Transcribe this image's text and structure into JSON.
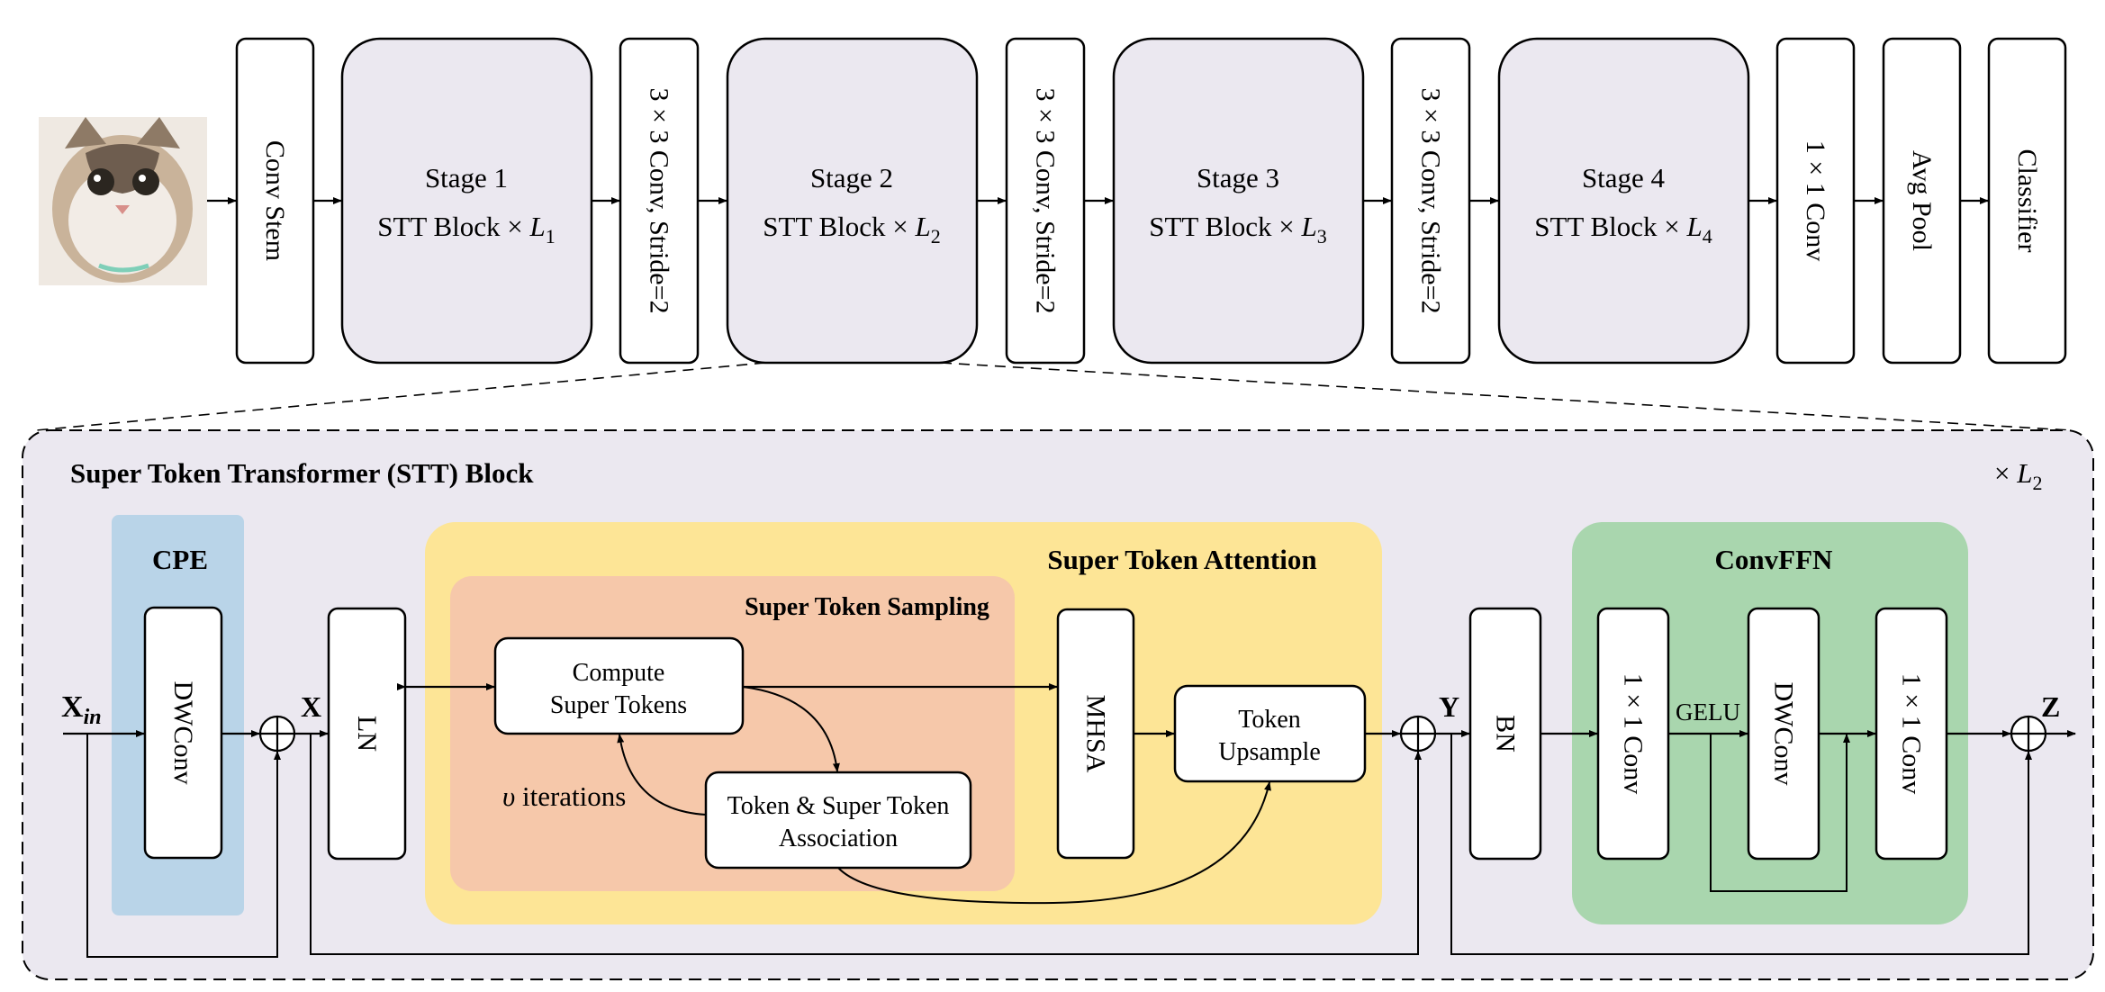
{
  "colors": {
    "stage_fill": "#ebe8f0",
    "panel_fill": "#ebe8f0",
    "cpe_fill": "#b9d4e8",
    "attention_fill": "#fde596",
    "sampling_fill": "#f6c8aa",
    "ffn_fill": "#a9d6ae",
    "cat_fur": "#b9a28a"
  },
  "top": {
    "conv_stem": "Conv Stem",
    "stages": [
      {
        "line1": "Stage 1",
        "line2": "STT Block × ",
        "sym": "L",
        "sub": "1"
      },
      {
        "line1": "Stage 2",
        "line2": "STT Block × ",
        "sym": "L",
        "sub": "2"
      },
      {
        "line1": "Stage 3",
        "line2": "STT Block × ",
        "sym": "L",
        "sub": "3"
      },
      {
        "line1": "Stage 4",
        "line2": "STT Block × ",
        "sym": "L",
        "sub": "4"
      }
    ],
    "downsample": "3 × 3 Conv, Stride=2",
    "conv1x1": "1 × 1 Conv",
    "avg_pool": "Avg Pool",
    "classifier": "Classifier",
    "input_image": "cat-photo"
  },
  "block": {
    "title": "Super Token Transformer (STT) Block",
    "repeat": "× ",
    "repeat_sym": "L",
    "repeat_sub": "2",
    "x_in": "X",
    "x_in_sub": "in",
    "x": "X",
    "y": "Y",
    "z": "Z",
    "cpe_title": "CPE",
    "dwconv": "DWConv",
    "ln": "LN",
    "attention_title": "Super Token Attention",
    "sampling_title": "Super Token Sampling",
    "compute_1": "Compute",
    "compute_2": "Super Tokens",
    "assoc_1": "Token & Super Token",
    "assoc_2": "Association",
    "iter_sym": "υ",
    "iter_label": " iterations",
    "mhsa": "MHSA",
    "upsample_1": "Token",
    "upsample_2": "Upsample",
    "bn": "BN",
    "ffn_title": "ConvFFN",
    "ffn_conv_a": "1 × 1 Conv",
    "ffn_dwconv": "DWConv",
    "ffn_conv_b": "1 × 1 Conv",
    "gelu": "GELU"
  }
}
